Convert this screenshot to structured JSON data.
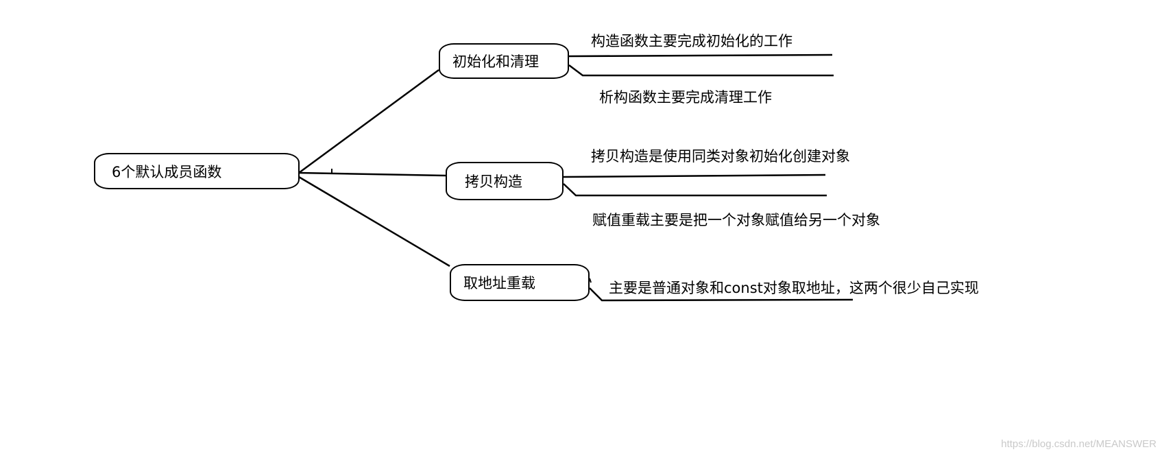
{
  "root": {
    "label": "6个默认成员函数"
  },
  "branches": [
    {
      "label": "初始化和清理",
      "notes": [
        "构造函数主要完成初始化的工作",
        "析构函数主要完成清理工作"
      ]
    },
    {
      "label": "拷贝构造",
      "notes": [
        "拷贝构造是使用同类对象初始化创建对象",
        "赋值重载主要是把一个对象赋值给另一个对象"
      ]
    },
    {
      "label": "取地址重载",
      "notes": [
        "主要是普通对象和const对象取地址，这两个很少自己实现"
      ]
    }
  ],
  "watermark": "https://blog.csdn.net/MEANSWER",
  "colors": {
    "line": "#000000",
    "watermark": "#c9c9c9"
  }
}
